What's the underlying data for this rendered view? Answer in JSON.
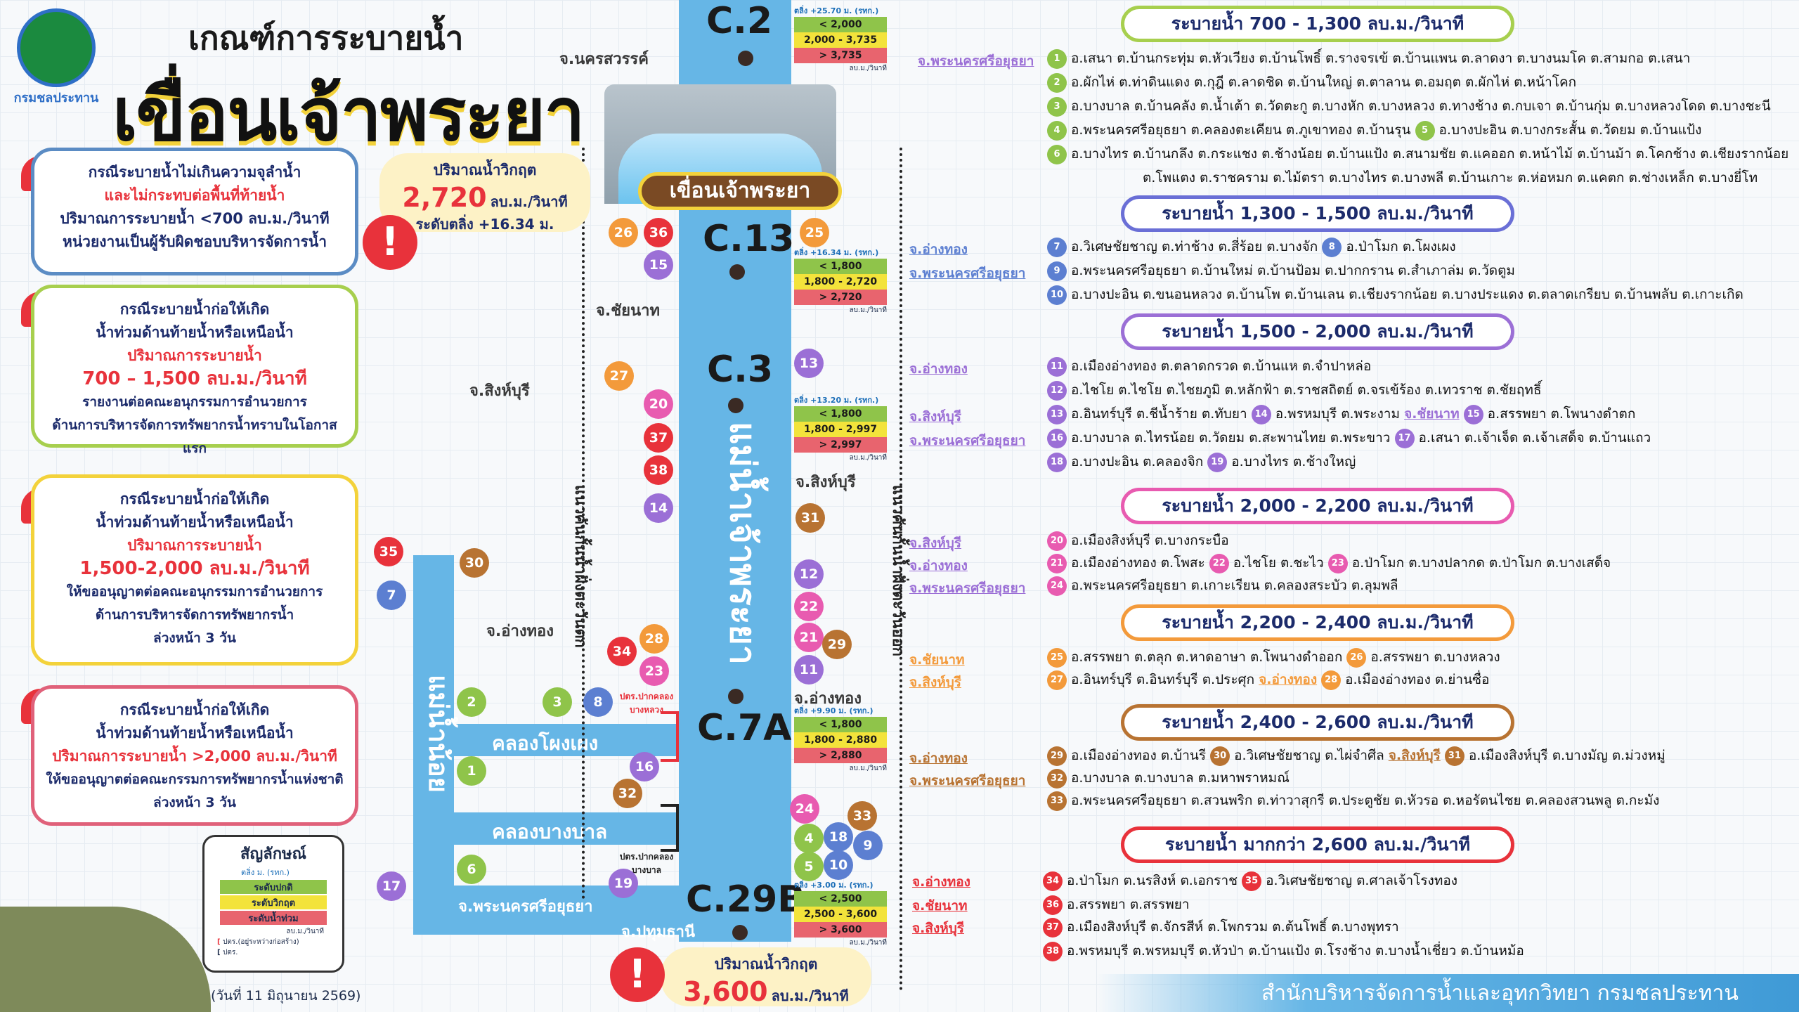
{
  "header": {
    "logo_text": "กรมชลประทาน",
    "title_small": "เกณฑ์การระบายน้ำ",
    "title_big": "เขื่อนเจ้าพระยา"
  },
  "left_boxes": [
    {
      "lines": [
        "กรณีระบายน้ำไม่เกินความจุลำน้ำ",
        "และไม่กระทบต่อพื้นที่ท้ายน้ำ",
        "ปริมาณการระบายน้ำ <700 ลบ.ม./วินาที",
        "หน่วยงานเป็นผู้รับผิดชอบบริหารจัดการน้ำ"
      ]
    },
    {
      "lines": [
        "กรณีระบายน้ำก่อให้เกิด",
        "น้ำท่วมด้านท้ายน้ำหรือเหนือน้ำ",
        "ปริมาณการระบายน้ำ",
        "700 – 1,500 ลบ.ม./วินาที",
        "รายงานต่อคณะอนุกรรมการอำนวยการ",
        "ด้านการบริหารจัดการทรัพยากรน้ำทราบในโอกาสแรก"
      ]
    },
    {
      "lines": [
        "กรณีระบายน้ำก่อให้เกิด",
        "น้ำท่วมด้านท้ายน้ำหรือเหนือน้ำ",
        "ปริมาณการระบายน้ำ",
        "1,500-2,000 ลบ.ม./วินาที",
        "ให้ขออนุญาตต่อคณะอนุกรรมการอำนวยการ",
        "ด้านการบริหารจัดการทรัพยากรน้ำ",
        "ล่วงหน้า 3 วัน"
      ]
    },
    {
      "lines": [
        "กรณีระบายน้ำก่อให้เกิด",
        "น้ำท่วมด้านท้ายน้ำหรือเหนือน้ำ",
        "ปริมาณการระบายน้ำ >2,000 ลบ.ม./วินาที",
        "ให้ขออนุญาตต่อคณะกรรมการทรัพยากรน้ำแห่งชาติ",
        "ล่วงหน้า 3 วัน"
      ]
    }
  ],
  "critical_top": {
    "label": "ปริมาณน้ำวิกฤต",
    "value": "2,720",
    "unit": "ลบ.ม./วินาที",
    "level": "ระดับตลิ่ง +16.34 ม."
  },
  "critical_bottom": {
    "label": "ปริมาณน้ำวิกฤต",
    "value": "3,600",
    "unit": "ลบ.ม./วินาที"
  },
  "dam_label": "เขื่อนเจ้าพระยา",
  "river_labels": {
    "main": "แม่น้ำเจ้าพระยา",
    "noi": "แม่น้ำน้อย",
    "khlong1": "คลองโผงเผง",
    "khlong2": "คลองบางบาล"
  },
  "side_text": {
    "left": "แนวคันกั้นน้ำฝั่งตะวันตก",
    "right": "แนวคันกั้นน้ำฝั่งตะวันออก"
  },
  "provinces": {
    "nakhonsawan": "จ.นครสวรรค์",
    "chainat": "จ.ชัยนาท",
    "singburi_l": "จ.สิงห์บุรี",
    "singburi_r": "จ.สิงห์บุรี",
    "angthong_l": "จ.อ่างทอง",
    "angthong_r": "จ.อ่างทอง",
    "ayutthaya": "จ.พระนครศรีอยุธยา",
    "pathum": "จ.ปทุมธานี"
  },
  "stations": [
    {
      "name": "C.2",
      "head": "ตลิ่ง +25.70 ม. (รทก.)",
      "rows": [
        "< 2,000",
        "2,000 - 3,735",
        "> 3,735"
      ]
    },
    {
      "name": "C.13",
      "head": "ตลิ่ง +16.34 ม. (รทก.)",
      "rows": [
        "< 1,800",
        "1,800 - 2,720",
        "> 2,720"
      ]
    },
    {
      "name": "C.3",
      "head": "ตลิ่ง +13.20 ม. (รทก.)",
      "rows": [
        "< 1,800",
        "1,800 - 2,997",
        "> 2,997"
      ]
    },
    {
      "name": "C.7A",
      "head": "ตลิ่ง +9.90 ม. (รทก.)",
      "rows": [
        "< 1,800",
        "1,800 - 2,880",
        "> 2,880"
      ]
    },
    {
      "name": "C.29B",
      "head": "ตลิ่ง +3.00 ม. (รทก.)",
      "rows": [
        "< 2,500",
        "2,500 - 3,600",
        "> 3,600"
      ]
    }
  ],
  "gauge_unit": "ลบ.ม./วินาที",
  "gates": {
    "g1": "ปตร.ปากคลอง บางหลวง",
    "g2": "ปตร.ปากคลอง บางบาล"
  },
  "legend": {
    "title": "สัญลักษณ์",
    "head": "ตลิ่ง ม. (รทก.)",
    "items": [
      "ระดับปกติ",
      "ระดับวิกฤต",
      "ระดับน้ำท่วม"
    ],
    "unit": "ลบ.ม./วินาที",
    "sym1": "ปตร.(อยู่ระหว่างก่อสร้าง)",
    "sym2": "ปตร."
  },
  "date": "(วันที่ 11 มิถุนายน 2569)",
  "footer": "สำนักบริหารจัดการน้ำและอุทกวิทยา  กรมชลประทาน",
  "ranges": [
    {
      "title": "ระบายน้ำ 700 - 1,300 ลบ.ม./วินาที",
      "color": "#a7cf4e"
    },
    {
      "title": "ระบายน้ำ 1,300 - 1,500 ลบ.ม./วินาที",
      "color": "#6a6fd6"
    },
    {
      "title": "ระบายน้ำ 1,500 - 2,000 ลบ.ม./วินาที",
      "color": "#9b6fd6"
    },
    {
      "title": "ระบายน้ำ 2,000 - 2,200 ลบ.ม./วินาที",
      "color": "#e85bb0"
    },
    {
      "title": "ระบายน้ำ 2,200 - 2,400 ลบ.ม./วินาที",
      "color": "#f39a3b"
    },
    {
      "title": "ระบายน้ำ 2,400 - 2,600 ลบ.ม./วินาที",
      "color": "#b87332"
    },
    {
      "title": "ระบายน้ำ มากกว่า 2,600 ลบ.ม./วินาที",
      "color": "#e8323b"
    }
  ],
  "rp": {
    "r1_prov": "จ.พระนครศรีอยุธยา",
    "r1_l1": "อ.เสนา ต.บ้านกระทุ่ม ต.หัวเวียง ต.บ้านโพธิ์ ต.รางจรเข้ ต.บ้านแพน ต.ลาดงา ต.บางนมโค ต.สามกอ ต.เสนา",
    "r1_l2": "อ.ผักไห่ ต.ท่าดินแดง ต.กุฎี ต.ลาดชิด ต.บ้านใหญ่ ต.ตาลาน ต.อมฤต ต.ผักไห่ ต.หน้าโคก",
    "r1_l3": "อ.บางบาล ต.บ้านคลัง ต.น้ำเต้า ต.วัดตะกู ต.บางหัก ต.บางหลวง ต.ทางช้าง ต.กบเจา ต.บ้านกุ่ม ต.บางหลวงโดด ต.บางชะนี",
    "r1_l4a": "อ.พระนครศรีอยุธยา ต.คลองตะเคียน ต.ภูเขาทอง ต.บ้านรุน",
    "r1_l4b": "อ.บางปะอิน ต.บางกระสั้น ต.วัดยม ต.บ้านแป้ง",
    "r1_l5": "อ.บางไทร ต.บ้านกลึง ต.กระแชง ต.ช้างน้อย ต.บ้านแป้ง ต.สนามชัย ต.แคออก ต.หน้าไม้ ต.บ้านม้า ต.โคกช้าง ต.เชียงรากน้อย",
    "r1_l6": "ต.โพแตง ต.ราชคราม ต.ไม้ตรา ต.บางไทร ต.บางพลี ต.บ้านเกาะ ต.ห่อหมก ต.แคตก ต.ช่างเหล็ก ต.บางยี่โท",
    "r2_prov1": "จ.อ่างทอง",
    "r2_prov2": "จ.พระนครศรีอยุธยา",
    "r2_l1a": "อ.วิเศษชัยชาญ ต.ท่าช้าง ต.สี่ร้อย ต.บางจัก",
    "r2_l1b": "อ.ป่าโมก ต.โผงเผง",
    "r2_l2": "อ.พระนครศรีอยุธยา ต.บ้านใหม่ ต.บ้านป้อม ต.ปากกราน ต.สำเภาล่ม ต.วัดตูม",
    "r2_l3": "อ.บางปะอิน ต.ขนอนหลวง ต.บ้านโพ ต.บ้านเลน ต.เชียงรากน้อย ต.บางประแดง ต.ตลาดเกรียบ ต.บ้านพลับ ต.เกาะเกิด",
    "r3_prov1": "จ.อ่างทอง",
    "r3_prov2": "จ.สิงห์บุรี",
    "r3_prov3": "จ.พระนครศรีอยุธยา",
    "r3_prov4": "จ.ชัยนาท",
    "r3_l1": "อ.เมืองอ่างทอง ต.ตลาดกรวด ต.บ้านแห ต.จำปาหล่อ",
    "r3_l2": "อ.ไชโย ต.ไชโย ต.ไชยภูมิ ต.หลักฟ้า ต.ราชสถิตย์ ต.จรเข้ร้อง ต.เทวราช ต.ชัยฤทธิ์",
    "r3_l3a": "อ.อินทร์บุรี ต.ชีน้ำร้าย ต.ทับยา",
    "r3_l3b": "อ.พรหมบุรี ต.พระงาม",
    "r3_l3c": "อ.สรรพยา ต.โพนางดำตก",
    "r3_l4a": "อ.บางบาล ต.ไทรน้อย ต.วัดยม ต.สะพานไทย ต.พระขาว",
    "r3_l4b": "อ.เสนา ต.เจ้าเจ็ด ต.เจ้าเสด็จ ต.บ้านแถว",
    "r3_l5a": "อ.บางปะอิน ต.คลองจิก",
    "r3_l5b": "อ.บางไทร ต.ช้างใหญ่",
    "r4_prov1": "จ.สิงห์บุรี",
    "r4_prov2": "จ.อ่างทอง",
    "r4_prov3": "จ.พระนครศรีอยุธยา",
    "r4_l1": "อ.เมืองสิงห์บุรี ต.บางกระบือ",
    "r4_l2a": "อ.เมืองอ่างทอง ต.โพสะ",
    "r4_l2b": "อ.ไชโย ต.ชะไว",
    "r4_l2c": "อ.ป่าโมก ต.บางปลากด ต.ป่าโมก ต.บางเสด็จ",
    "r4_l3": "อ.พระนครศรีอยุธยา ต.เกาะเรียน ต.คลองสระบัว ต.ลุมพลี",
    "r5_prov1": "จ.ชัยนาท",
    "r5_prov2": "จ.สิงห์บุรี",
    "r5_prov3": "จ.อ่างทอง",
    "r5_l1a": "อ.สรรพยา ต.ตลุก ต.หาดอาษา ต.โพนางดำออก",
    "r5_l1b": "อ.สรรพยา ต.บางหลวง",
    "r5_l2a": "อ.อินทร์บุรี ต.อินทร์บุรี ต.ประศุก",
    "r5_l2b": "อ.เมืองอ่างทอง ต.ย่านซื่อ",
    "r6_prov1": "จ.อ่างทอง",
    "r6_prov2": "จ.พระนครศรีอยุธยา",
    "r6_prov3": "จ.สิงห์บุรี",
    "r6_l1a": "อ.เมืองอ่างทอง ต.บ้านรี",
    "r6_l1b": "อ.วิเศษชัยชาญ ต.ไผ่จำศีล",
    "r6_l1c": "อ.เมืองสิงห์บุรี ต.บางมัญ ต.ม่วงหมู่",
    "r6_l2": "อ.บางบาล ต.บางบาล ต.มหาพราหมณ์",
    "r6_l3": "อ.พระนครศรีอยุธยา ต.สวนพริก ต.ท่าวาสุกรี ต.ประตูชัย ต.หัวรอ ต.หอรัตนไชย ต.คลองสวนพลู ต.กะมัง",
    "r7_prov1": "จ.อ่างทอง",
    "r7_prov2": "จ.ชัยนาท",
    "r7_prov3": "จ.สิงห์บุรี",
    "r7_l1a": "อ.ป่าโมก ต.นรสิงห์ ต.เอกราช",
    "r7_l1b": "อ.วิเศษชัยชาญ ต.ศาลเจ้าโรงทอง",
    "r7_l2": "อ.สรรพยา ต.สรรพยา",
    "r7_l3": "อ.เมืองสิงห์บุรี ต.จักรสีห์ ต.โพกรวม ต.ต้นโพธิ์ ต.บางพุทรา",
    "r7_l4": "อ.พรหมบุรี ต.พรหมบุรี ต.หัวป่า ต.บ้านแป้ง ต.โรงช้าง ต.บางน้ำเชี่ยว ต.บ้านหม้อ"
  },
  "colors": {
    "river": "#66b6e6",
    "normal": "#8fc44a",
    "critical": "#f3e33b",
    "flood": "#e8646e"
  }
}
